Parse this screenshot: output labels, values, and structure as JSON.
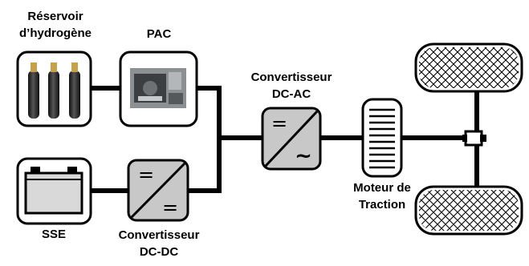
{
  "labels": {
    "reservoir_line1": "Réservoir",
    "reservoir_line2": "d’hydrogène",
    "pac": "PAC",
    "dcac_line1": "Convertisseur",
    "dcac_line2": "DC-AC",
    "sse": "SSE",
    "dcdc_line1": "Convertisseur",
    "dcdc_line2": "DC-DC",
    "motor_line1": "Moteur de",
    "motor_line2": "Traction"
  },
  "converter_symbols": {
    "dc": "=",
    "ac": "~"
  },
  "colors": {
    "line": "#000000",
    "converter_fill": "#c8c8c8",
    "battery_fill": "#d9d9d9",
    "tire_fill": "#ffffff",
    "hub_fill": "#ffffff"
  }
}
